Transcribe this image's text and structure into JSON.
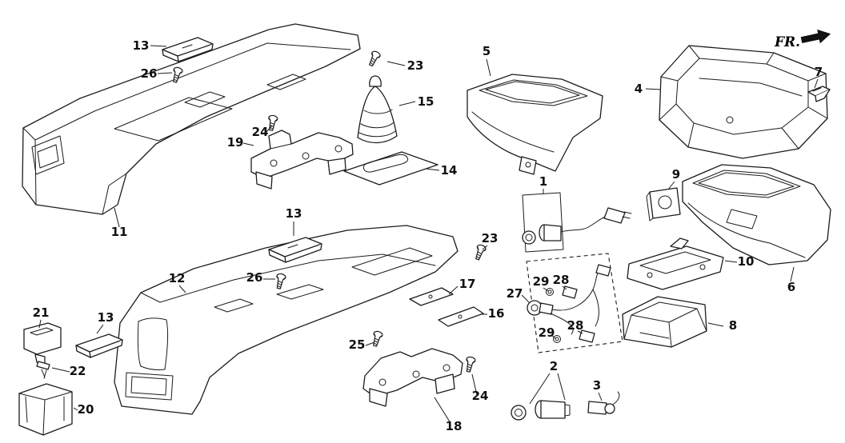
{
  "diagram": {
    "fr_label": "FR.",
    "background_color": "#ffffff",
    "line_color": "#1c1c1c",
    "label_color": "#111111"
  },
  "callouts": {
    "c1": "1",
    "c2": "2",
    "c3": "3",
    "c4": "4",
    "c5": "5",
    "c6": "6",
    "c7": "7",
    "c8": "8",
    "c9": "9",
    "c10": "10",
    "c11": "11",
    "c12": "12",
    "c13a": "13",
    "c13b": "13",
    "c13c": "13",
    "c14": "14",
    "c15": "15",
    "c16": "16",
    "c17": "17",
    "c18": "18",
    "c19": "19",
    "c20": "20",
    "c21": "21",
    "c22": "22",
    "c23a": "23",
    "c23b": "23",
    "c24a": "24",
    "c24b": "24",
    "c25": "25",
    "c26a": "26",
    "c26b": "26",
    "c27": "27",
    "c28a": "28",
    "c28b": "28",
    "c29a": "29",
    "c29b": "29"
  }
}
